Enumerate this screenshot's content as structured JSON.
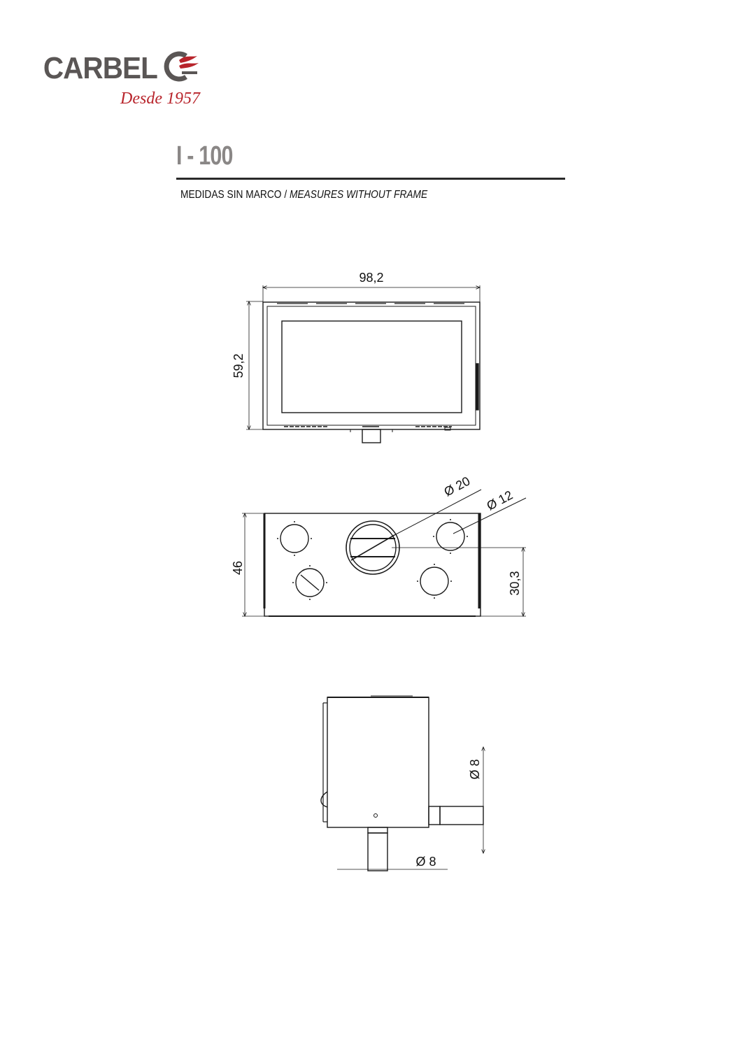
{
  "header": {
    "brand": "CARBEL",
    "tagline": "Desde 1957"
  },
  "document": {
    "model": "I - 100",
    "subtitle_es": "MEDIDAS SIN MARCO",
    "subtitle_sep": " / ",
    "subtitle_en": "MEASURES WITHOUT FRAME"
  },
  "front_view": {
    "width_label": "98,2",
    "height_label": "59,2"
  },
  "top_view": {
    "depth_label": "46",
    "outlet_large_label": "Ø 20",
    "outlet_small_label": "Ø 12",
    "outlet_height_label": "30,3"
  },
  "side_view": {
    "side_pipe_label": "Ø 8",
    "bottom_pipe_label": "Ø 8"
  },
  "colors": {
    "brand_grey": "#5a5655",
    "brand_red": "#b8242b",
    "title_grey": "#8a8786",
    "line": "#2a2a2a"
  }
}
